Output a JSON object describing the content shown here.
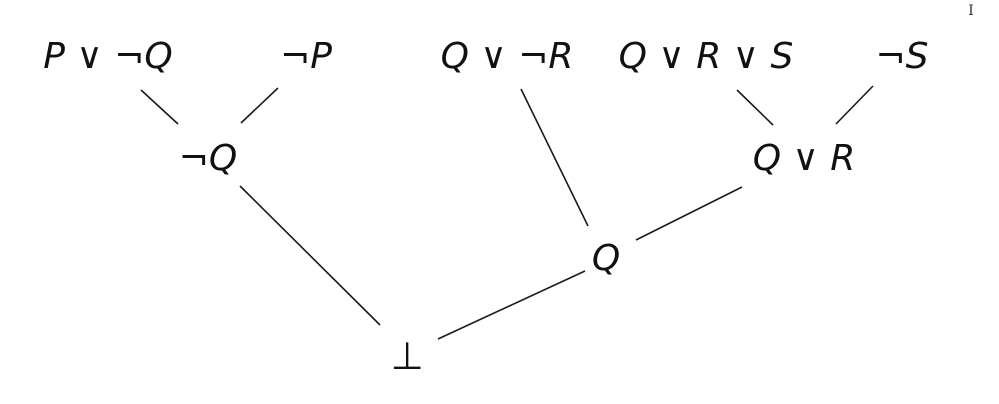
{
  "diagram": {
    "nodes": {
      "p_or_not_q": "P ∨ ¬Q",
      "not_p": "¬P",
      "q_or_not_r": "Q ∨ ¬R",
      "q_or_r_or_s": "Q ∨ R ∨ S",
      "not_s": "¬S",
      "not_q": "¬Q",
      "q_or_r": "Q ∨ R",
      "q": "Q",
      "bottom": "⊥"
    },
    "corner_mark": "I"
  }
}
